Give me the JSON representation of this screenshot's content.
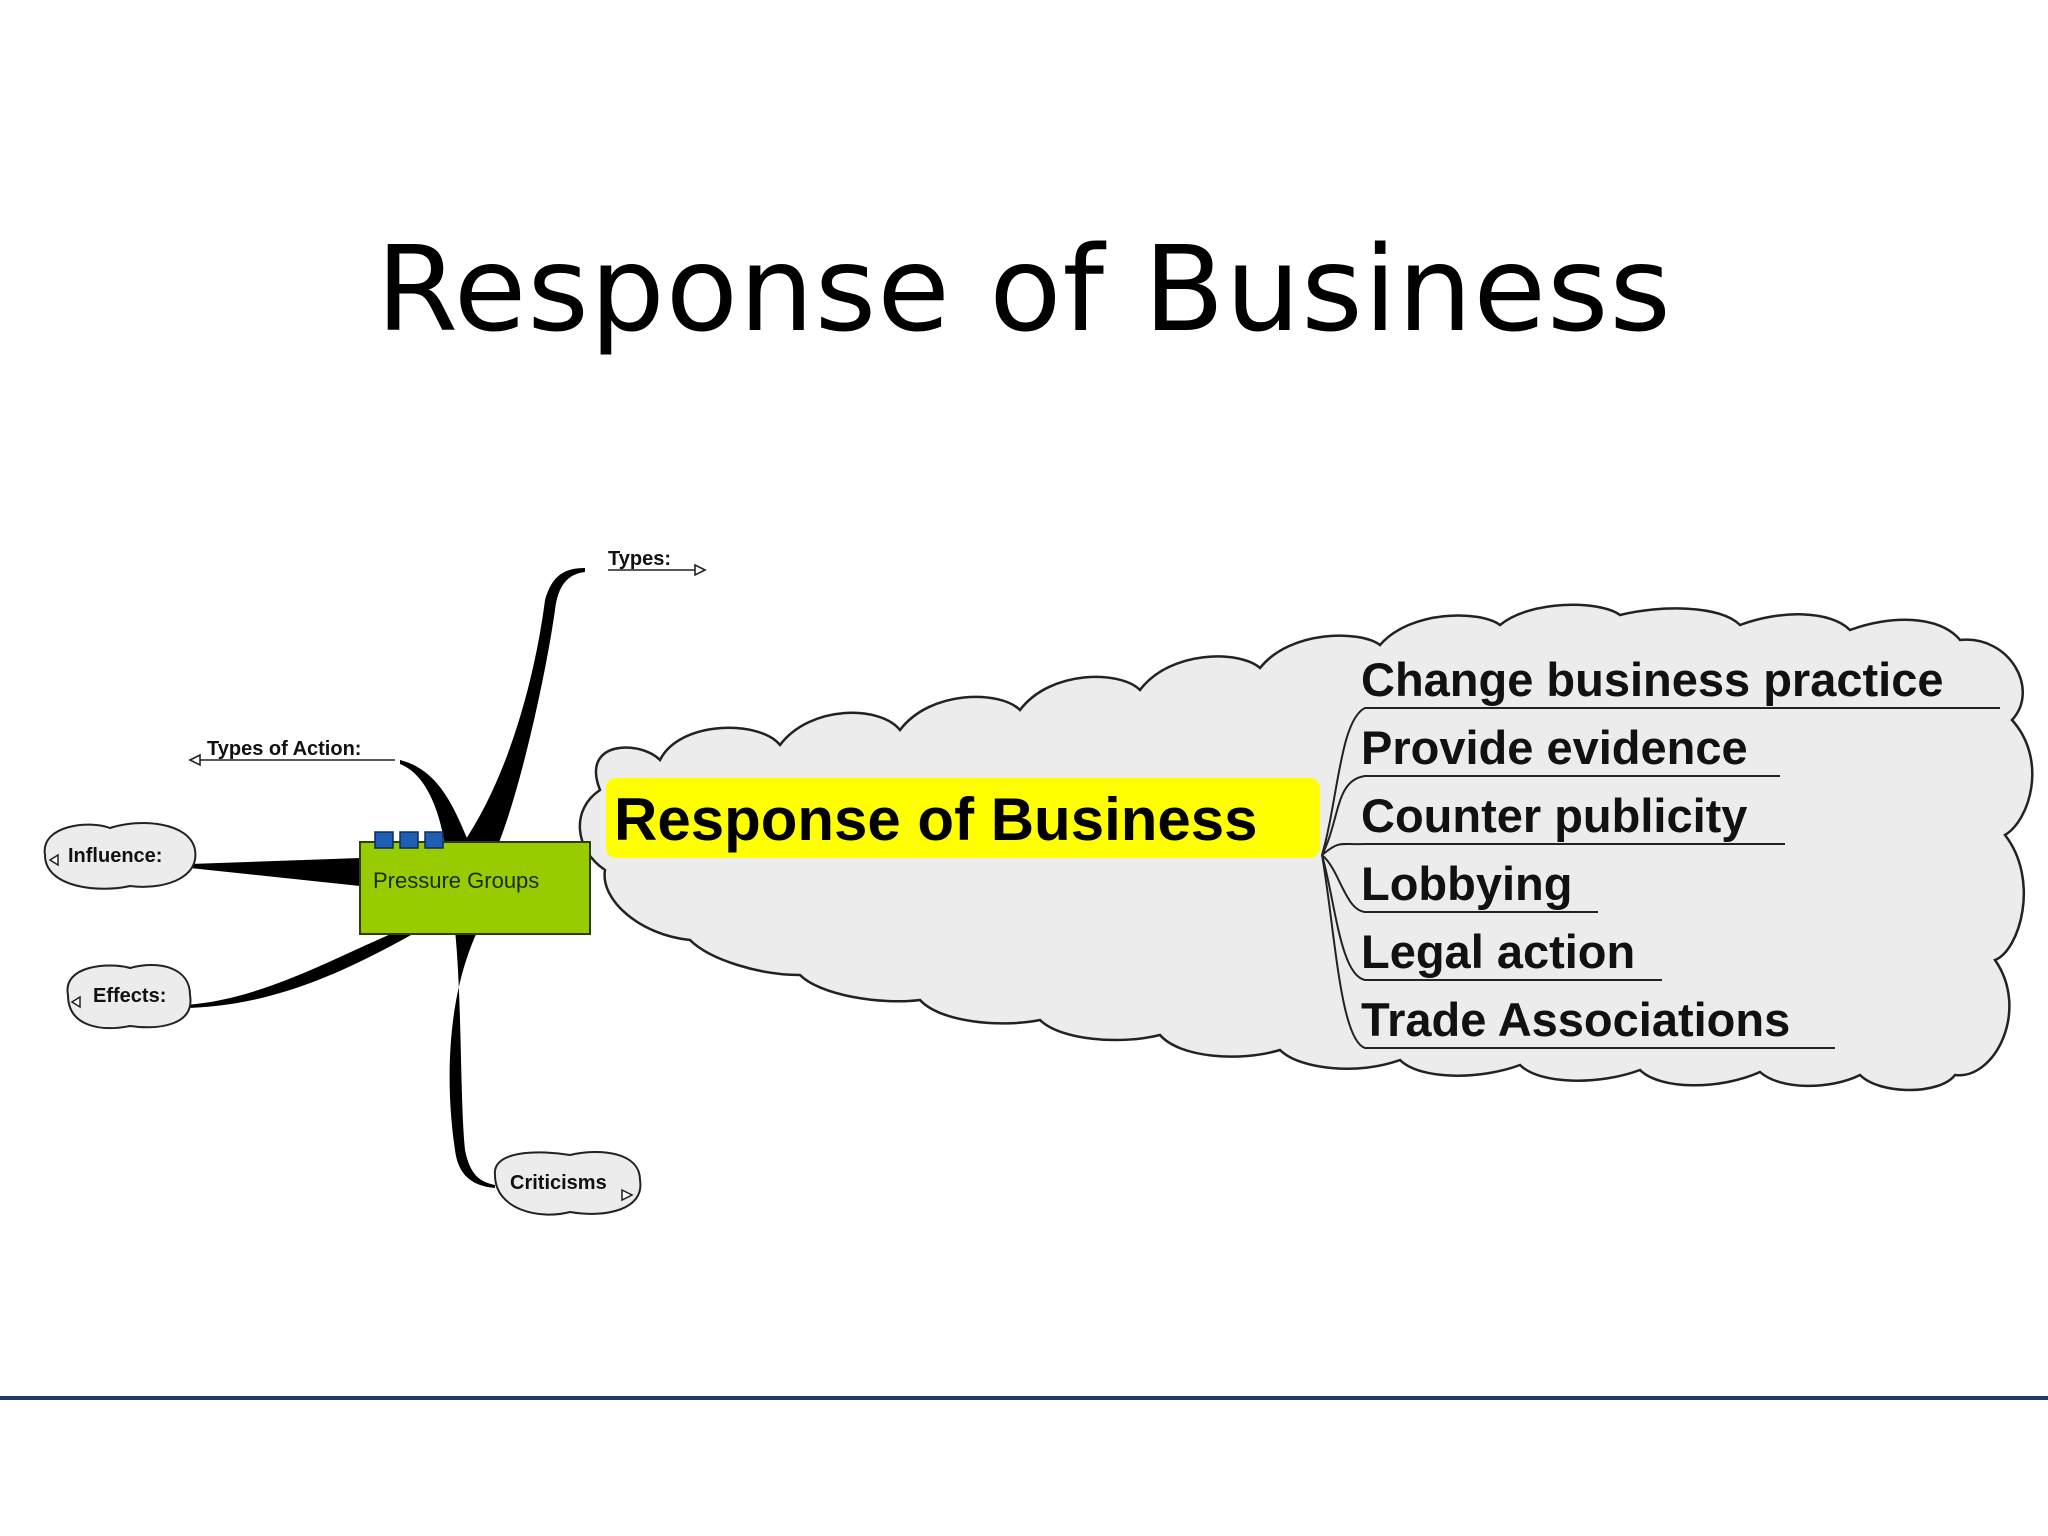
{
  "slide": {
    "title": "Response of Business"
  },
  "mindmap": {
    "central_node": "Pressure Groups",
    "central_color": "#99cc00",
    "branches": {
      "types": "Types:",
      "types_of_action": "Types of Action:",
      "influence": "Influence:",
      "effects": "Effects:",
      "criticisms": "Criticisms"
    },
    "expanded_branch": {
      "label": "Response of Business",
      "highlight_color": "#ffff00",
      "items": [
        "Change business practice",
        "Provide evidence",
        "Counter publicity",
        "Lobbying",
        "Legal action",
        "Trade Associations"
      ]
    }
  },
  "colors": {
    "footer_rule": "#1f3d6b",
    "cloud_fill": "#ececec"
  }
}
